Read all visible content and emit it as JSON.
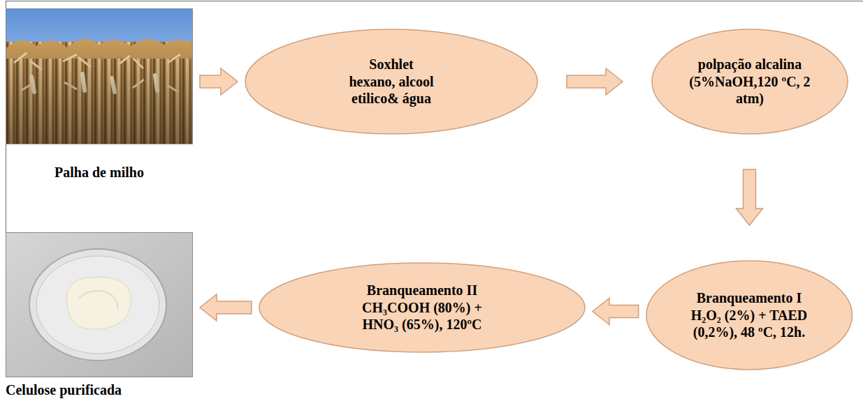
{
  "diagram": {
    "nodes": [
      {
        "text": [
          "Palha de milho"
        ]
      },
      {
        "text": [
          "Soxhlet",
          "hexano, alcool etilico& água"
        ]
      },
      {
        "text": [
          "polpação alcalina",
          "(5%NaOH,120 ºC, 2 atm)"
        ]
      },
      {
        "text": [
          "Branqueamento I",
          "H₂O₂ (2%) + TAED (0,2%), 48 ºC, 12h."
        ]
      },
      {
        "text": [
          "Branqueamento II",
          "CH₃COOH (80%) + HNO₃ (65%), 120ºC"
        ]
      },
      {
        "text": [
          "Celulose purificada"
        ]
      }
    ],
    "edges": [
      {
        "from": 0,
        "to": 1,
        "arrow": "to"
      },
      {
        "from": 1,
        "to": 2,
        "arrow": "to"
      },
      {
        "from": 2,
        "to": 3,
        "arrow": "to"
      },
      {
        "from": 3,
        "to": 4,
        "arrow": "to"
      },
      {
        "from": 4,
        "to": 5,
        "arrow": "to"
      }
    ]
  }
}
